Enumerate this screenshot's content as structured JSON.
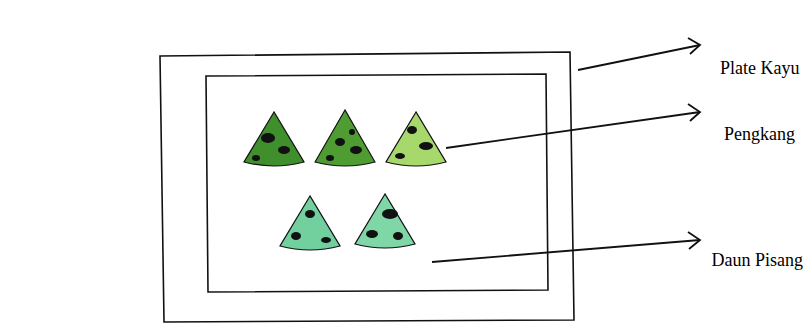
{
  "diagram": {
    "labels": [
      "Plate Kayu",
      "Pengkang",
      "Daun Pisang"
    ]
  }
}
